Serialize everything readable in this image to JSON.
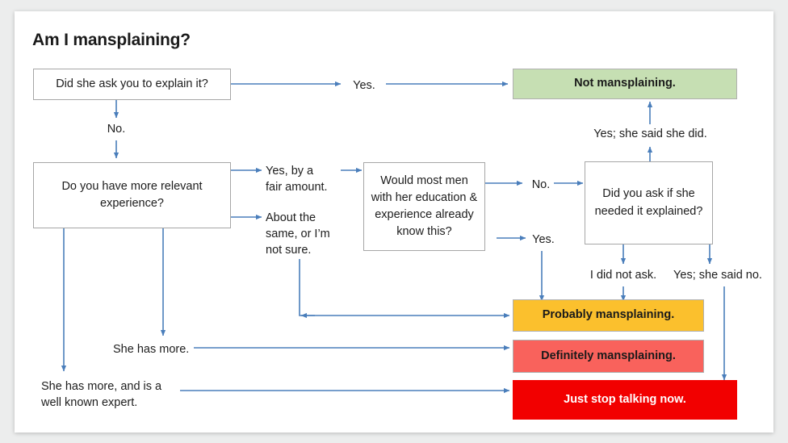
{
  "page": {
    "title": "Am I mansplaining?",
    "background": "#eceded",
    "card_background": "#ffffff",
    "text_color": "#1d1d1d",
    "wire_color": "#4a7ebb",
    "node_border": "#a6a6a6"
  },
  "nodes": {
    "q1": {
      "text": "Did she ask you to explain it?"
    },
    "q2": {
      "text": "Do you have more relevant experience?"
    },
    "q3": {
      "text": "Would most men with her education & experience already know this?"
    },
    "q4": {
      "text": "Did you ask if she needed it explained?"
    }
  },
  "results": {
    "not": {
      "text": "Not mansplaining.",
      "color": "#c6dfb3",
      "text_color": "#1a1a1a"
    },
    "probably": {
      "text": "Probably mansplaining.",
      "color": "#fbc02d",
      "text_color": "#1a1a1a"
    },
    "definitely": {
      "text": "Definitely mansplaining.",
      "color": "#f9625c",
      "text_color": "#1a1a1a"
    },
    "stop": {
      "text": "Just stop talking now.",
      "color": "#f20000",
      "text_color": "#ffffff"
    }
  },
  "edge_labels": {
    "yes_top": "Yes.",
    "no_down": "No.",
    "yes_fair_amount": "Yes, by a\nfair amount.",
    "about_the_same": "About the\nsame, or I’m\nnot sure.",
    "no_most_men": "No.",
    "yes_most_men": "Yes.",
    "yes_she_said_she_did": "Yes; she said she did.",
    "i_did_not_ask": "I did not ask.",
    "yes_she_said_no": "Yes; she said no.",
    "she_has_more": "She has more.",
    "she_has_more_expert": "She has more, and is a\nwell known expert."
  }
}
